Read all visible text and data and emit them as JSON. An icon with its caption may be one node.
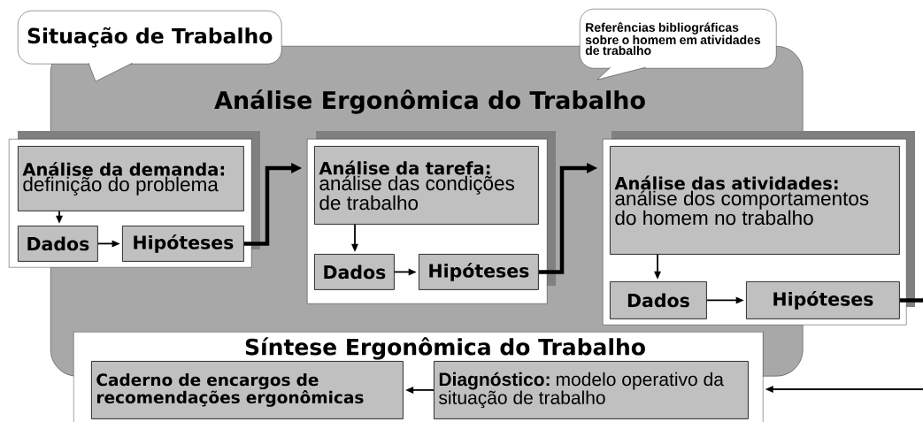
{
  "diagram": {
    "nodes": [
      {
        "text": [
          "Análise Ergonômica do Trabalho"
        ]
      },
      {
        "text": [
          "Situação de Trabalho"
        ]
      },
      {
        "text": [
          "Referências bibliográficas sobre o homem em atividades de trabalho"
        ]
      },
      {
        "text": [],
        "shape": "box"
      },
      {
        "text": [
          "Análise da demanda:",
          "definição do problema"
        ],
        "in": 3
      },
      {
        "text": [
          "Dados"
        ],
        "in": 3
      },
      {
        "text": [
          "Hipóteses"
        ],
        "in": 3
      },
      {
        "text": [],
        "shape": "box",
        "in": 0
      },
      {
        "text": [
          "Análise da tarefa:",
          "análise das condições de trabalho"
        ],
        "in": 7
      },
      {
        "text": [
          "Dados"
        ],
        "in": 7
      },
      {
        "text": [
          "Hipóteses"
        ],
        "in": 7
      },
      {
        "text": [],
        "shape": "box"
      },
      {
        "text": [
          "Análise das atividades:",
          "análise dos comportamentos do homem no trabalho"
        ],
        "in": 11
      },
      {
        "text": [
          "Dados"
        ]
      },
      {
        "text": [
          "Hipóteses"
        ],
        "in": 11
      },
      {
        "text": [
          "Síntese Ergonômica do Trabalho"
        ]
      },
      {
        "text": [
          "Caderno de encargos de recomendações ergonômicas"
        ],
        "in": 15
      },
      {
        "text": [
          "**Diagnóstico:** modelo operativo da situação de trabalho"
        ],
        "in": 15
      }
    ],
    "edges": [
      {
        "from": 4,
        "to": 5,
        "arrow": "to"
      },
      {
        "from": 5,
        "to": 6,
        "arrow": "to"
      },
      {
        "from": 6,
        "to": 7,
        "arrow": "to",
        "style": "thick"
      },
      {
        "from": 8,
        "to": 9,
        "arrow": "to"
      },
      {
        "from": 9,
        "to": 10,
        "arrow": "to"
      },
      {
        "from": 10,
        "to": 11,
        "arrow": "to",
        "style": "thick"
      },
      {
        "from": 12,
        "to": 13,
        "arrow": "to"
      },
      {
        "from": 13,
        "to": 14,
        "arrow": "to"
      },
      {
        "from": 14,
        "to": null,
        "arrow": "none",
        "style": "thick"
      },
      {
        "from": null,
        "to": 15,
        "arrow": "to"
      },
      {
        "from": 17,
        "to": 16,
        "arrow": "to"
      }
    ]
  }
}
